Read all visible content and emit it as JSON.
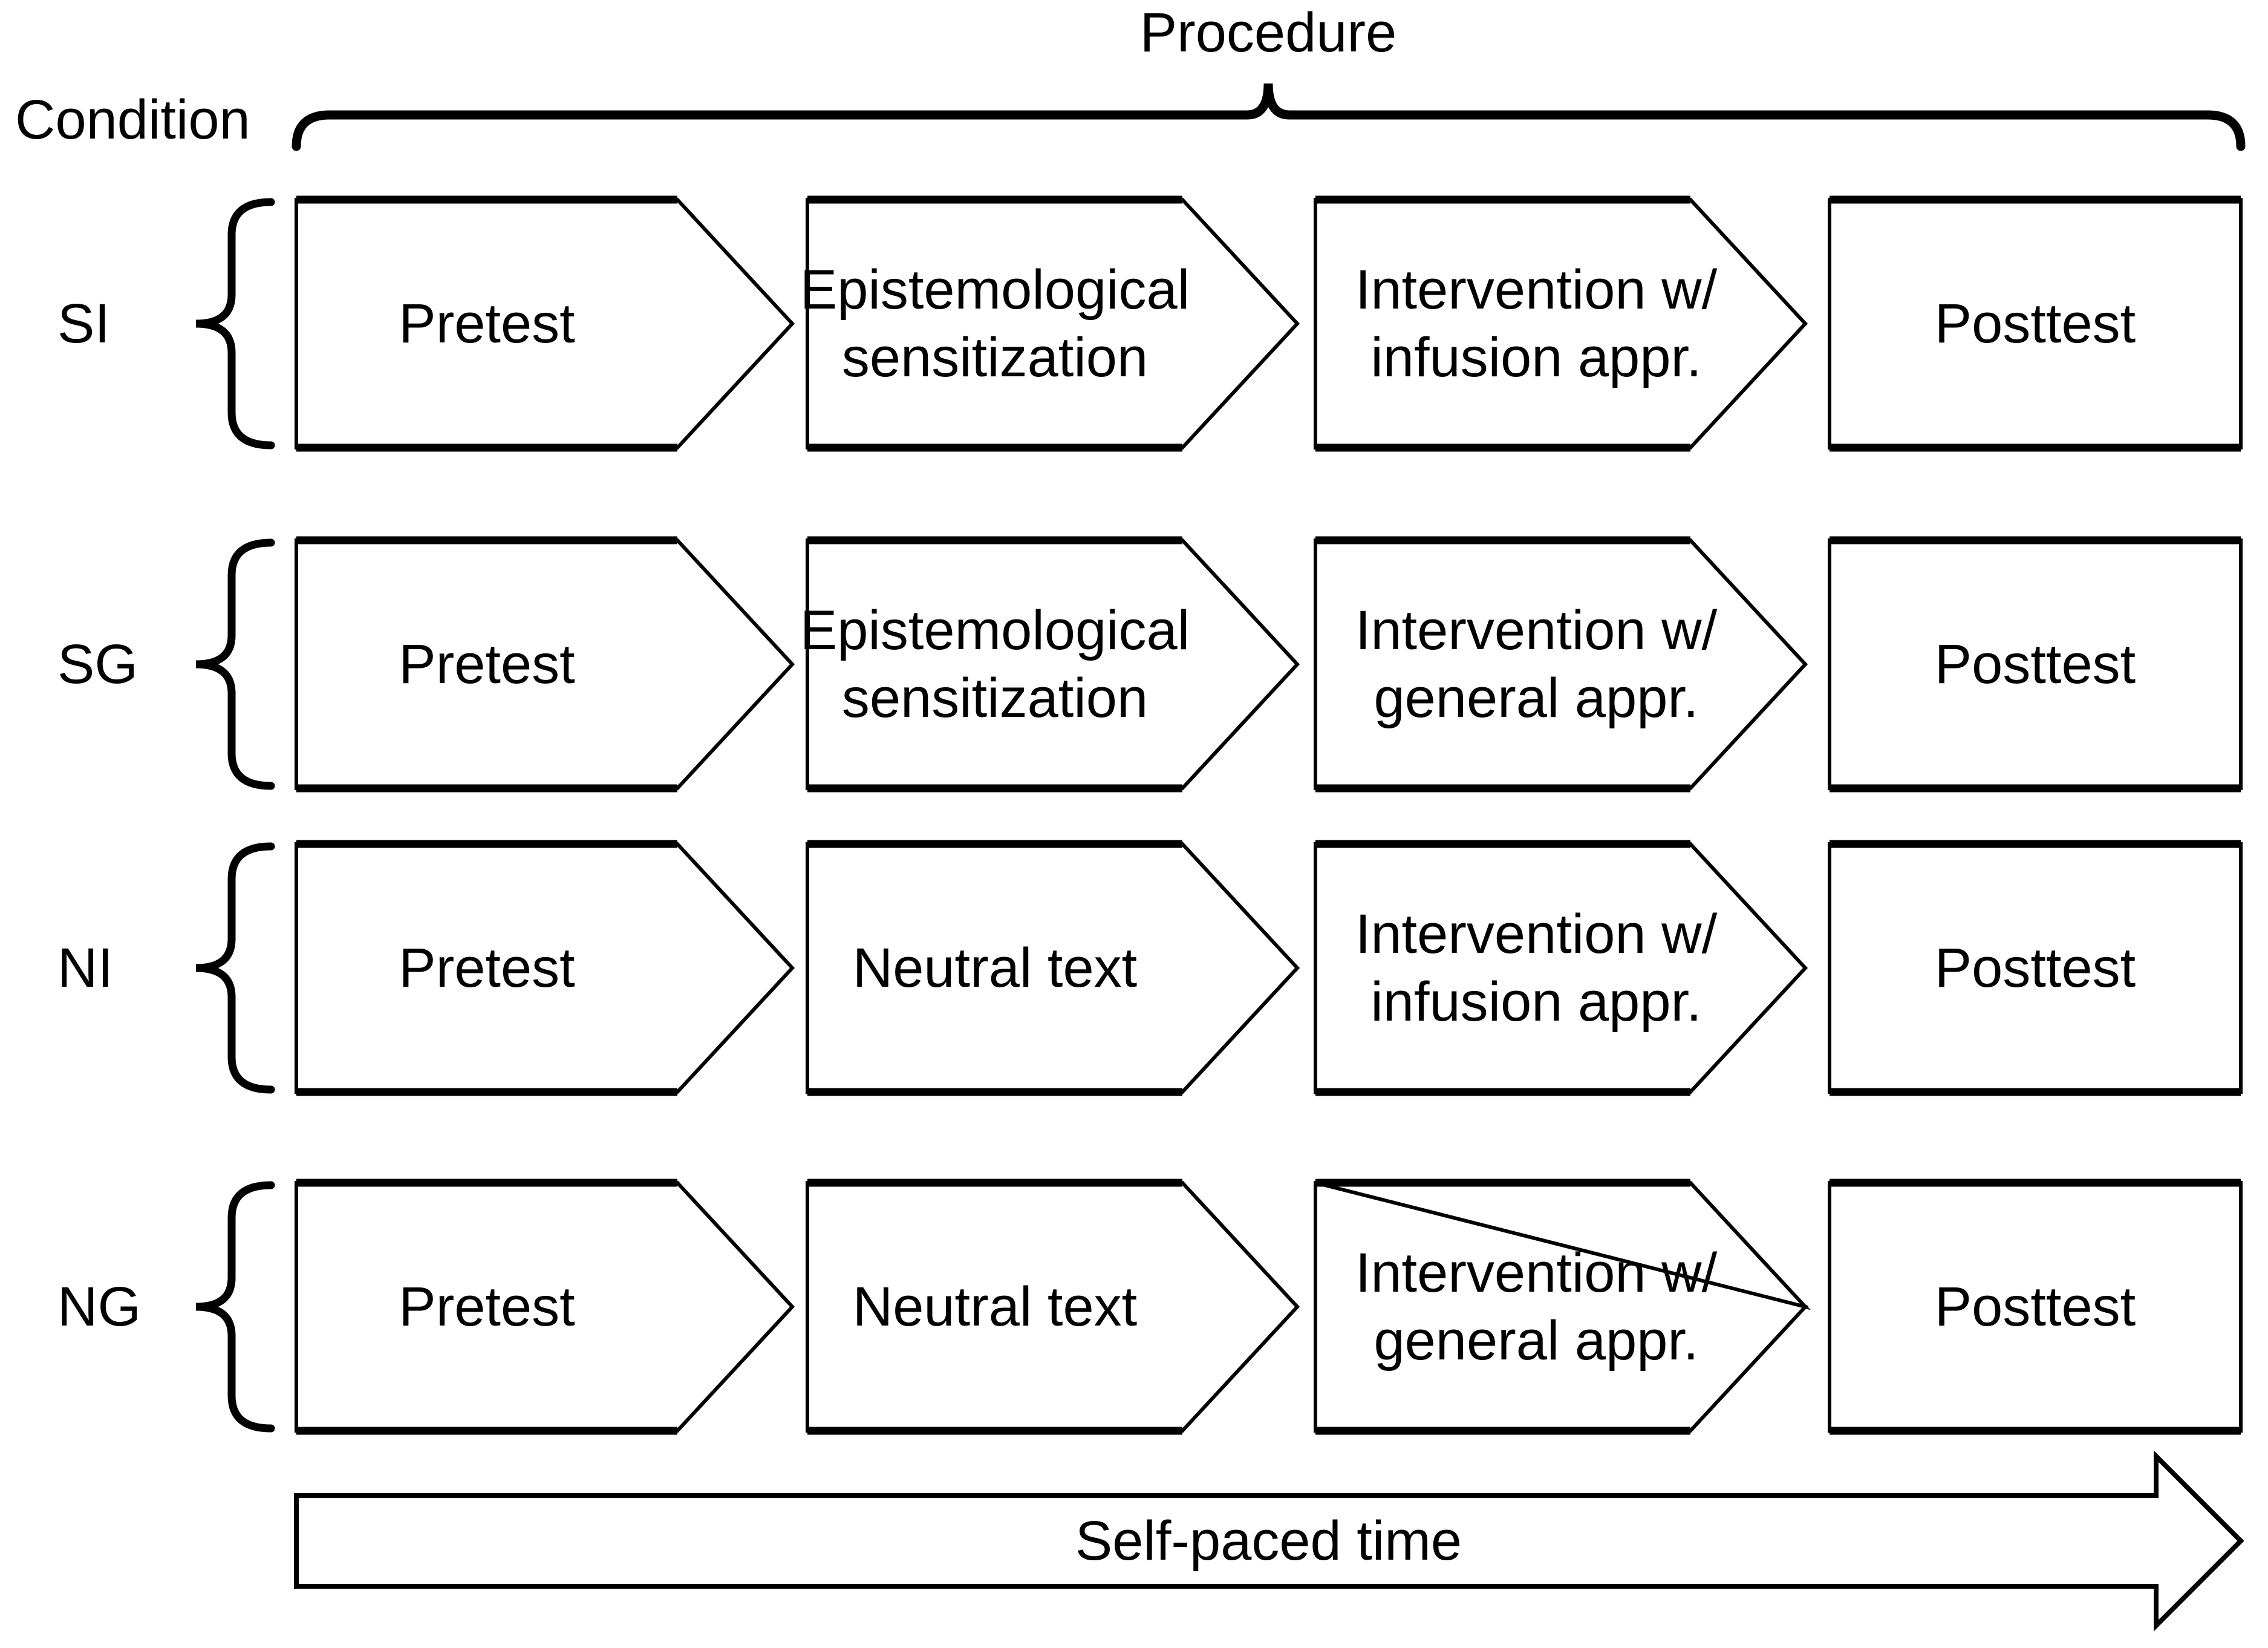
{
  "header": {
    "procedure_label": "Procedure",
    "condition_label": "Condition"
  },
  "rows": [
    {
      "condition": "SI",
      "steps": [
        {
          "lines": [
            "Pretest"
          ]
        },
        {
          "lines": [
            "Epistemological",
            "sensitization"
          ]
        },
        {
          "lines": [
            "Intervention w/",
            "infusion appr."
          ]
        },
        {
          "lines": [
            "Posttest"
          ]
        }
      ]
    },
    {
      "condition": "SG",
      "steps": [
        {
          "lines": [
            "Pretest"
          ]
        },
        {
          "lines": [
            "Epistemological",
            "sensitization"
          ]
        },
        {
          "lines": [
            "Intervention w/",
            "general appr."
          ]
        },
        {
          "lines": [
            "Posttest"
          ]
        }
      ]
    },
    {
      "condition": "NI",
      "steps": [
        {
          "lines": [
            "Pretest"
          ]
        },
        {
          "lines": [
            "Neutral text"
          ]
        },
        {
          "lines": [
            "Intervention w/",
            "infusion appr."
          ]
        },
        {
          "lines": [
            "Posttest"
          ]
        }
      ]
    },
    {
      "condition": "NG",
      "steps": [
        {
          "lines": [
            "Pretest"
          ]
        },
        {
          "lines": [
            "Neutral text"
          ]
        },
        {
          "lines": [
            "Intervention w/",
            "general appr."
          ]
        },
        {
          "lines": [
            "Posttest"
          ]
        }
      ]
    }
  ],
  "timeline": {
    "label": "Self-paced time"
  },
  "colors": {
    "ink": "#000000",
    "background": "#ffffff"
  }
}
